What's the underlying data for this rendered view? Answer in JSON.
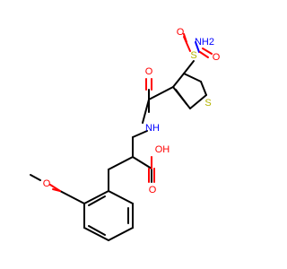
{
  "molecule": {
    "colors": {
      "carbon": "#000000",
      "oxygen": "#ff0000",
      "nitrogen": "#0000ff",
      "sulfur": "#b3b300",
      "background": "#ffffff"
    },
    "atom_labels": {
      "sulfonamide_nh2": "NH2",
      "sulfonyl_s": "S",
      "sulfonyl_o_top": "O",
      "sulfonyl_o_bottom": "O",
      "thiophene_s": "S",
      "amide_o": "O",
      "amide_nh": "NH",
      "acid_oh": "OH",
      "acid_o": "O",
      "methoxy_o": "O"
    }
  }
}
